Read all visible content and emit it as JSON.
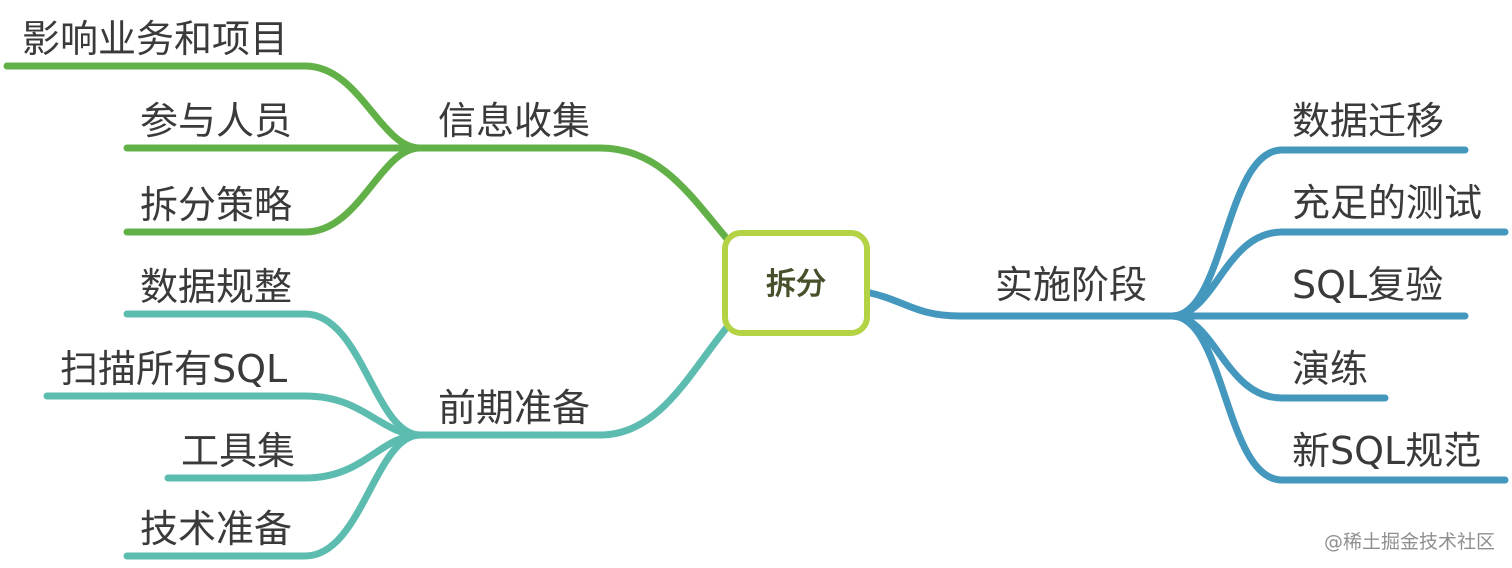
{
  "central": "拆分",
  "branches": [
    {
      "label": "信息收集",
      "color": "#62b148",
      "children": [
        "影响业务和项目",
        "参与人员",
        "拆分策略"
      ]
    },
    {
      "label": "前期准备",
      "color": "#5dbcb0",
      "children": [
        "数据规整",
        "扫描所有SQL",
        "工具集",
        "技术准备"
      ]
    },
    {
      "label": "实施阶段",
      "color": "#4498bd",
      "children": [
        "数据迁移",
        "充足的测试",
        "SQL复验",
        "演练",
        "新SQL规范"
      ]
    }
  ],
  "watermark": "@稀土掘金技术社区"
}
